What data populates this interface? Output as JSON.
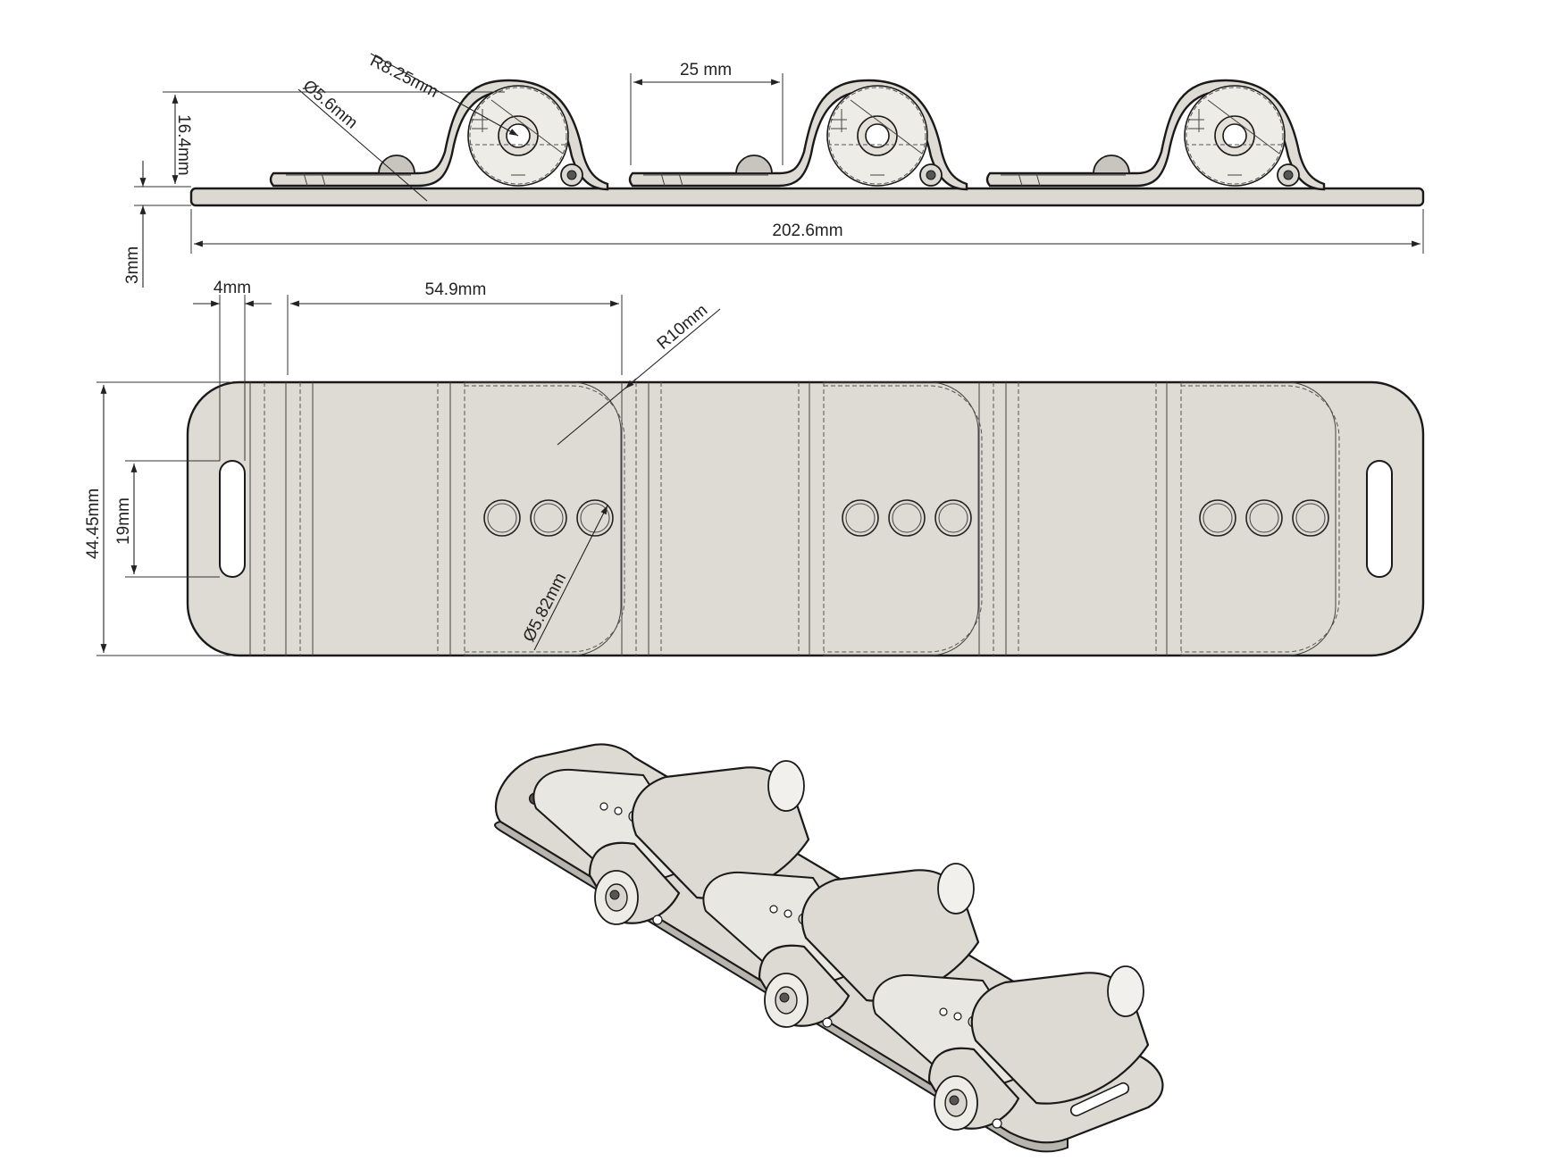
{
  "drawing": {
    "side_view": {
      "dimensions": {
        "spool_radius": "R8.25mm",
        "bead_diameter": "Ø5.6mm",
        "height": "16.4mm",
        "thickness": "3mm",
        "pitch": "25 mm",
        "overall_length": "202.6mm"
      }
    },
    "top_view": {
      "dimensions": {
        "slot_width": "4mm",
        "segment_offset": "54.9mm",
        "corner_radius": "R10mm",
        "overall_width": "44.45mm",
        "slot_length": "19mm",
        "hole_diameter": "Ø5.82mm"
      }
    },
    "colors": {
      "part_fill": "#dcd9d2",
      "outline": "#1a1a1a",
      "background": "#ffffff"
    }
  }
}
